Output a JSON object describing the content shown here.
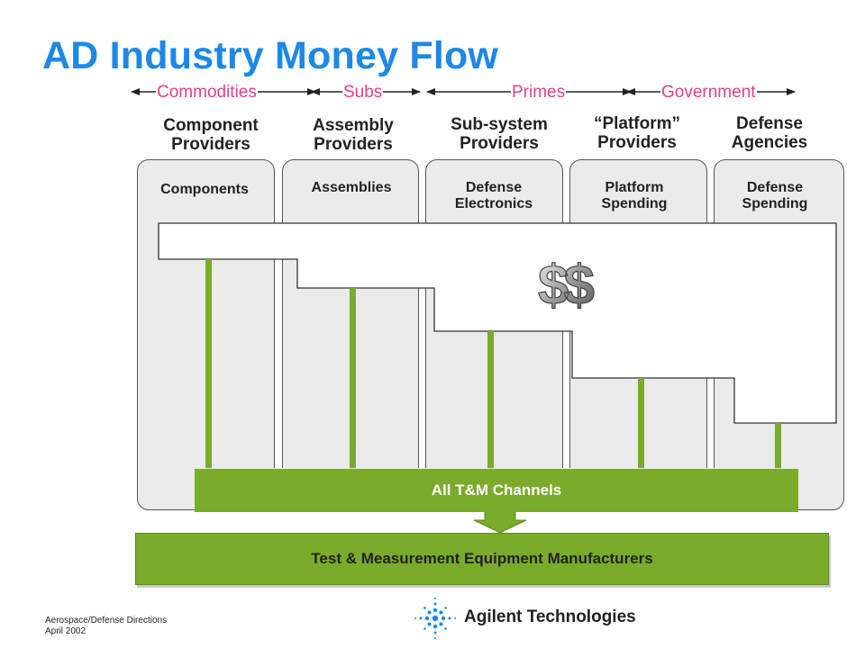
{
  "title": "AD Industry Money Flow",
  "segments": [
    "Commodities",
    "Subs",
    "Primes",
    "Government"
  ],
  "headers": [
    {
      "line1": "Component",
      "line2": "Providers"
    },
    {
      "line1": "Assembly",
      "line2": "Providers"
    },
    {
      "line1": "Sub-system",
      "line2": "Providers"
    },
    {
      "line1": "“Platform”",
      "line2": "Providers"
    },
    {
      "line1": "Defense",
      "line2": "Agencies"
    }
  ],
  "panels": [
    {
      "line1": "Components",
      "line2": ""
    },
    {
      "line1": "Assemblies",
      "line2": ""
    },
    {
      "line1": "Defense",
      "line2": "Electronics"
    },
    {
      "line1": "Platform",
      "line2": "Spending"
    },
    {
      "line1": "Defense",
      "line2": "Spending"
    }
  ],
  "money_symbol": "$$",
  "channels_label": "All T&M Channels",
  "manufacturers_label": "Test & Measurement Equipment Manufacturers",
  "footer": {
    "line1": "Aerospace/Defense Directions",
    "line2": "April 2002"
  },
  "logo_text": "Agilent Technologies",
  "colors": {
    "title": "#1e88e5",
    "segment": "#e0408a",
    "green": "#7aab2a",
    "panel": "#ebebeb"
  }
}
